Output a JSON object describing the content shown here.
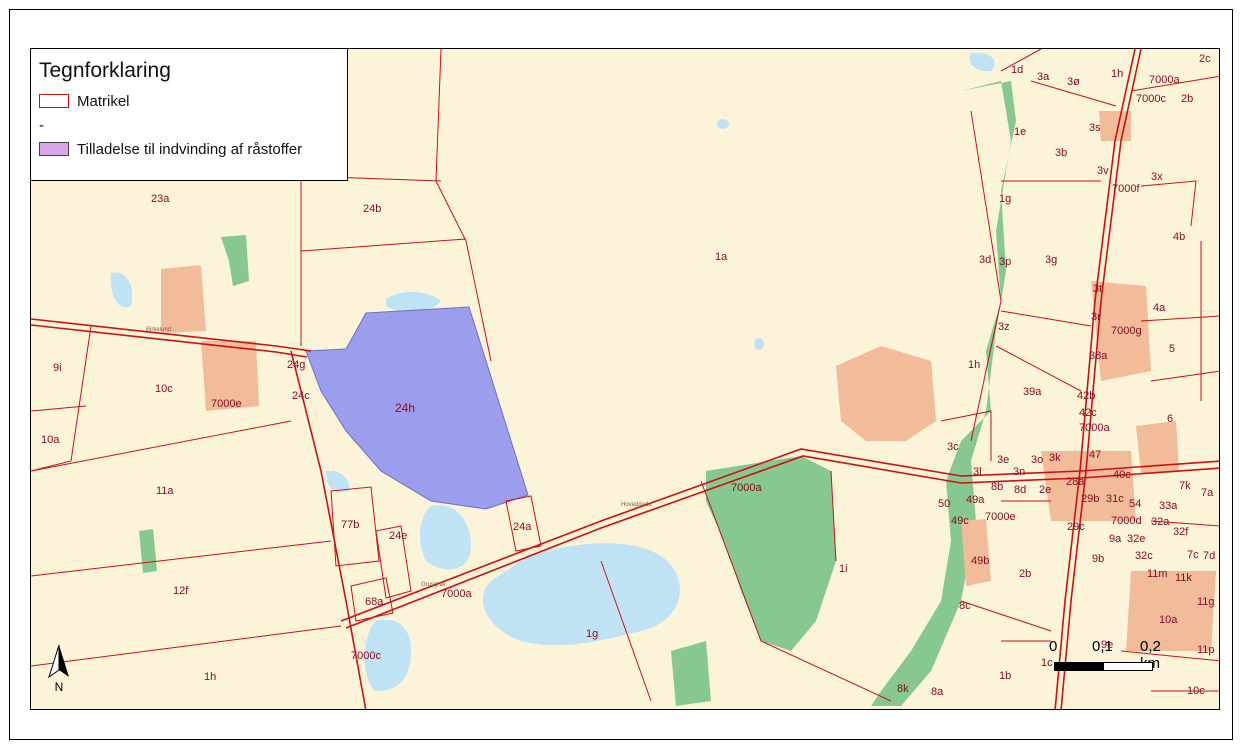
{
  "legend": {
    "title": "Tegnforklaring",
    "items": [
      {
        "label": "Matrikel"
      },
      {
        "label": "-"
      },
      {
        "label": "Tilladelse til indvinding af råstoffer"
      }
    ]
  },
  "parcels": [
    "1d",
    "3a",
    "3ø",
    "1h",
    "7000a",
    "2c",
    "7000c",
    "2b",
    "1e",
    "3s",
    "3b",
    "3v",
    "7000f",
    "3x",
    "1g",
    "23a",
    "24b",
    "1a",
    "4b",
    "3d",
    "3p",
    "3g",
    "3t",
    "3r",
    "4a",
    "3z",
    "7000g",
    "9i",
    "10c",
    "24g",
    "7000e",
    "24c",
    "24h",
    "1h",
    "38a",
    "5",
    "39a",
    "42b",
    "42c",
    "6",
    "10a",
    "7000a",
    "3c",
    "3e",
    "3o",
    "3k",
    "47",
    "3l",
    "3n",
    "40c",
    "7k",
    "7a",
    "11a",
    "8b",
    "8d",
    "2e",
    "28a",
    "50",
    "49a",
    "29b",
    "31c",
    "54",
    "33a",
    "7000a",
    "49c",
    "7000e",
    "7000d",
    "32a",
    "32f",
    "29c",
    "9a",
    "32e",
    "77b",
    "24e",
    "24a",
    "9b",
    "7c",
    "7d",
    "32c",
    "49b",
    "1i",
    "2b",
    "11m",
    "11k",
    "12f",
    "7000a",
    "68a",
    "8c",
    "11g",
    "10a",
    "1g",
    "9e",
    "7000c",
    "1c",
    "11p",
    "1b",
    "8k",
    "8a",
    "1h",
    "10c"
  ],
  "roads": [
    "Hovedgade",
    "Birkelund",
    "Grusgrav"
  ],
  "scale": {
    "t0": "0",
    "t1": "0,1",
    "t2": "0,2 km"
  },
  "north": {
    "label": "N"
  },
  "colors": {
    "parcel_line": "#cc1111",
    "permit_fill": "#8a8ef0",
    "water": "#bfe3f5",
    "forest": "#86c88f",
    "built": "#f2bb9a",
    "land": "#fbf4d9"
  }
}
